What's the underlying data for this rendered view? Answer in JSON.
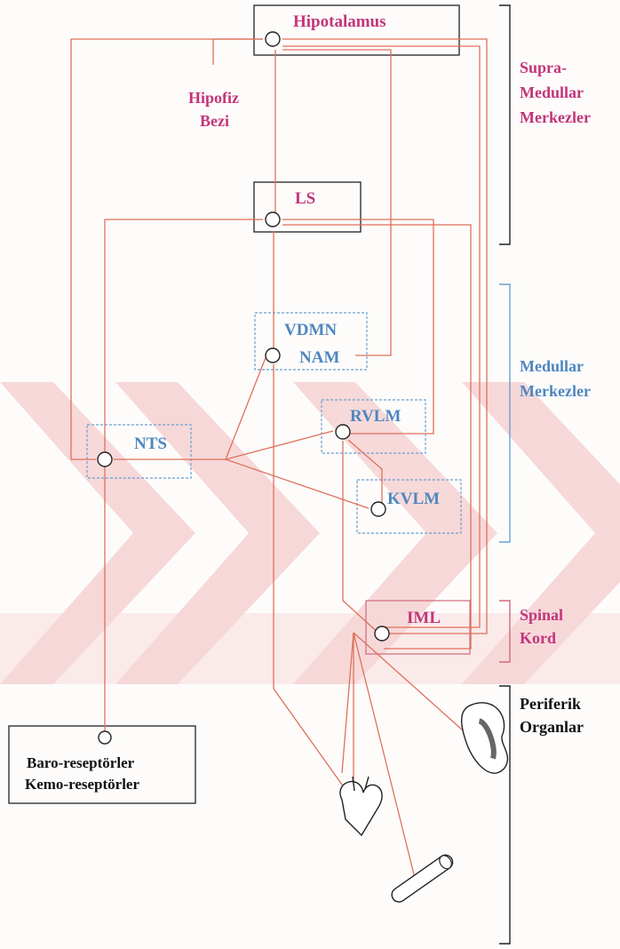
{
  "colors": {
    "supra": "#c2357a",
    "medullar": "#4f86bf",
    "wire": "#e0705a",
    "peripheral": "#111111",
    "watermark": "#f2c4c6"
  },
  "nodes": {
    "hipotalamus": "Hipotalamus",
    "hipofiz_line1": "Hipofiz",
    "hipofiz_line2": "Bezi",
    "ls": "LS",
    "vdmn": "VDMN",
    "nam": "NAM",
    "rvlm": "RVLM",
    "nts": "NTS",
    "kvlm": "KVLM",
    "iml": "IML",
    "receptor_line1": "Baro-reseptörler",
    "receptor_line2": "Kemo-reseptörler"
  },
  "regions": {
    "supra_line1": "Supra-",
    "supra_line2": "Medullar",
    "supra_line3": "Merkezler",
    "medullar_line1": "Medullar",
    "medullar_line2": "Merkezler",
    "spinal_line1": "Spinal",
    "spinal_line2": "Kord",
    "peripheral_line1": "Periferik",
    "peripheral_line2": "Organlar"
  },
  "organs": [
    "heart-icon",
    "kidney-icon",
    "blood-vessel-icon"
  ]
}
